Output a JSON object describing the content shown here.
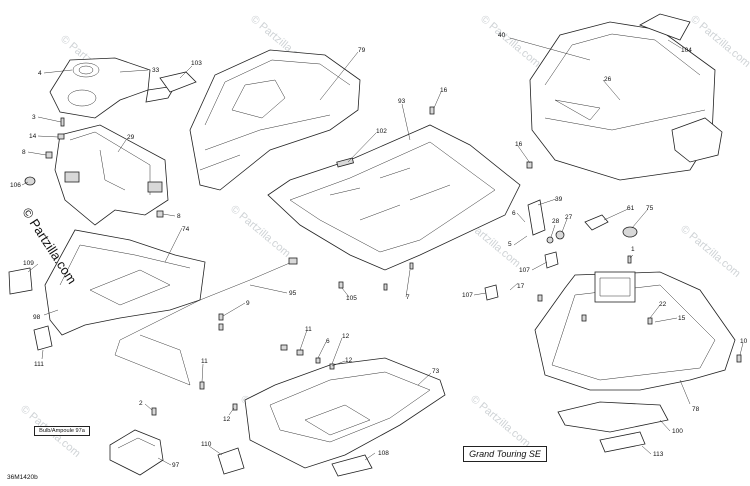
{
  "diagram": {
    "caption": "Grand Touring SE",
    "bulb_label": "Bulb/Ampoule 97a",
    "ref_code": "36M1420b",
    "watermark": "© Partzilla.com",
    "callouts": {
      "c4": "4",
      "c33": "33",
      "c103": "103",
      "c79": "79",
      "c40": "40",
      "c104": "104",
      "c3": "3",
      "c14": "14",
      "c29": "29",
      "c8a": "8",
      "c106": "106",
      "c8b": "8",
      "c16a": "16",
      "c93": "93",
      "c102": "102",
      "c16b": "16",
      "c26": "26",
      "c39": "39",
      "c6": "6",
      "c27": "27",
      "c28": "28",
      "c61": "61",
      "c75": "75",
      "c5": "5",
      "c107a": "107",
      "c107b": "107",
      "c17": "17",
      "c1": "1",
      "c74": "74",
      "c109": "109",
      "c98": "98",
      "c111": "111",
      "c95": "95",
      "c105": "105",
      "c7": "7",
      "c9": "9",
      "c11a": "11",
      "c12a": "12",
      "c6b": "6",
      "c12b": "12",
      "c11b": "11",
      "c22": "22",
      "c15": "15",
      "c10": "10",
      "c78": "78",
      "c73": "73",
      "c2": "2",
      "c12c": "12",
      "c97": "97",
      "c110": "110",
      "c108": "108",
      "c100": "100",
      "c113": "113"
    }
  },
  "colors": {
    "line": "#222222",
    "watermark": "#cfd3d6",
    "background": "#ffffff"
  }
}
